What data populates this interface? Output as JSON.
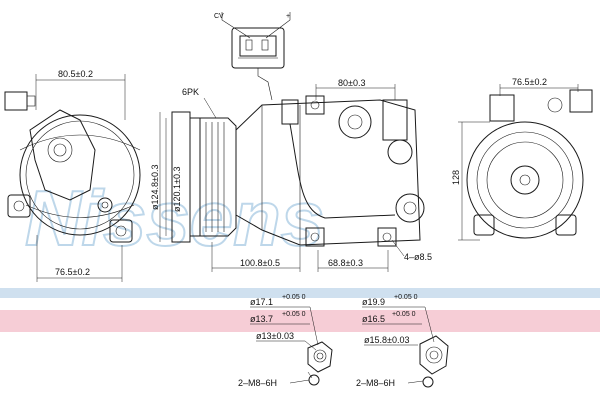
{
  "watermark": "Nissens",
  "colors": {
    "band_pink": "#f6cdd6",
    "band_blue": "#cfe0ef",
    "watermark": "#9cc3df"
  },
  "connector": {
    "pin_cv": "CV",
    "pin_plus": "+"
  },
  "left_view": {
    "dim_top": "80.5±0.2",
    "dim_bottom": "76.5±0.2"
  },
  "side_view": {
    "belt": "6PK",
    "dia_outer": "ø124.8±0.3",
    "dia_inner": "ø120.1±0.3",
    "dim_top": "80±0.3",
    "dim_length": "100.8±0.5",
    "dim_mount": "68.8±0.3",
    "holes": "4–ø8.5"
  },
  "right_view": {
    "dim_top": "76.5±0.2",
    "height": "128"
  },
  "port_left": {
    "d1": "ø17.1",
    "d1_tol": "+0.05 0",
    "d2": "ø13.7",
    "d2_tol": "+0.05 0",
    "d3": "ø13±0.03",
    "thread": "2–M8–6H"
  },
  "port_right": {
    "d1": "ø19.9",
    "d1_tol": "+0.05 0",
    "d2": "ø16.5",
    "d2_tol": "+0.05 0",
    "d3": "ø15.8±0.03",
    "thread": "2–M8–6H"
  }
}
